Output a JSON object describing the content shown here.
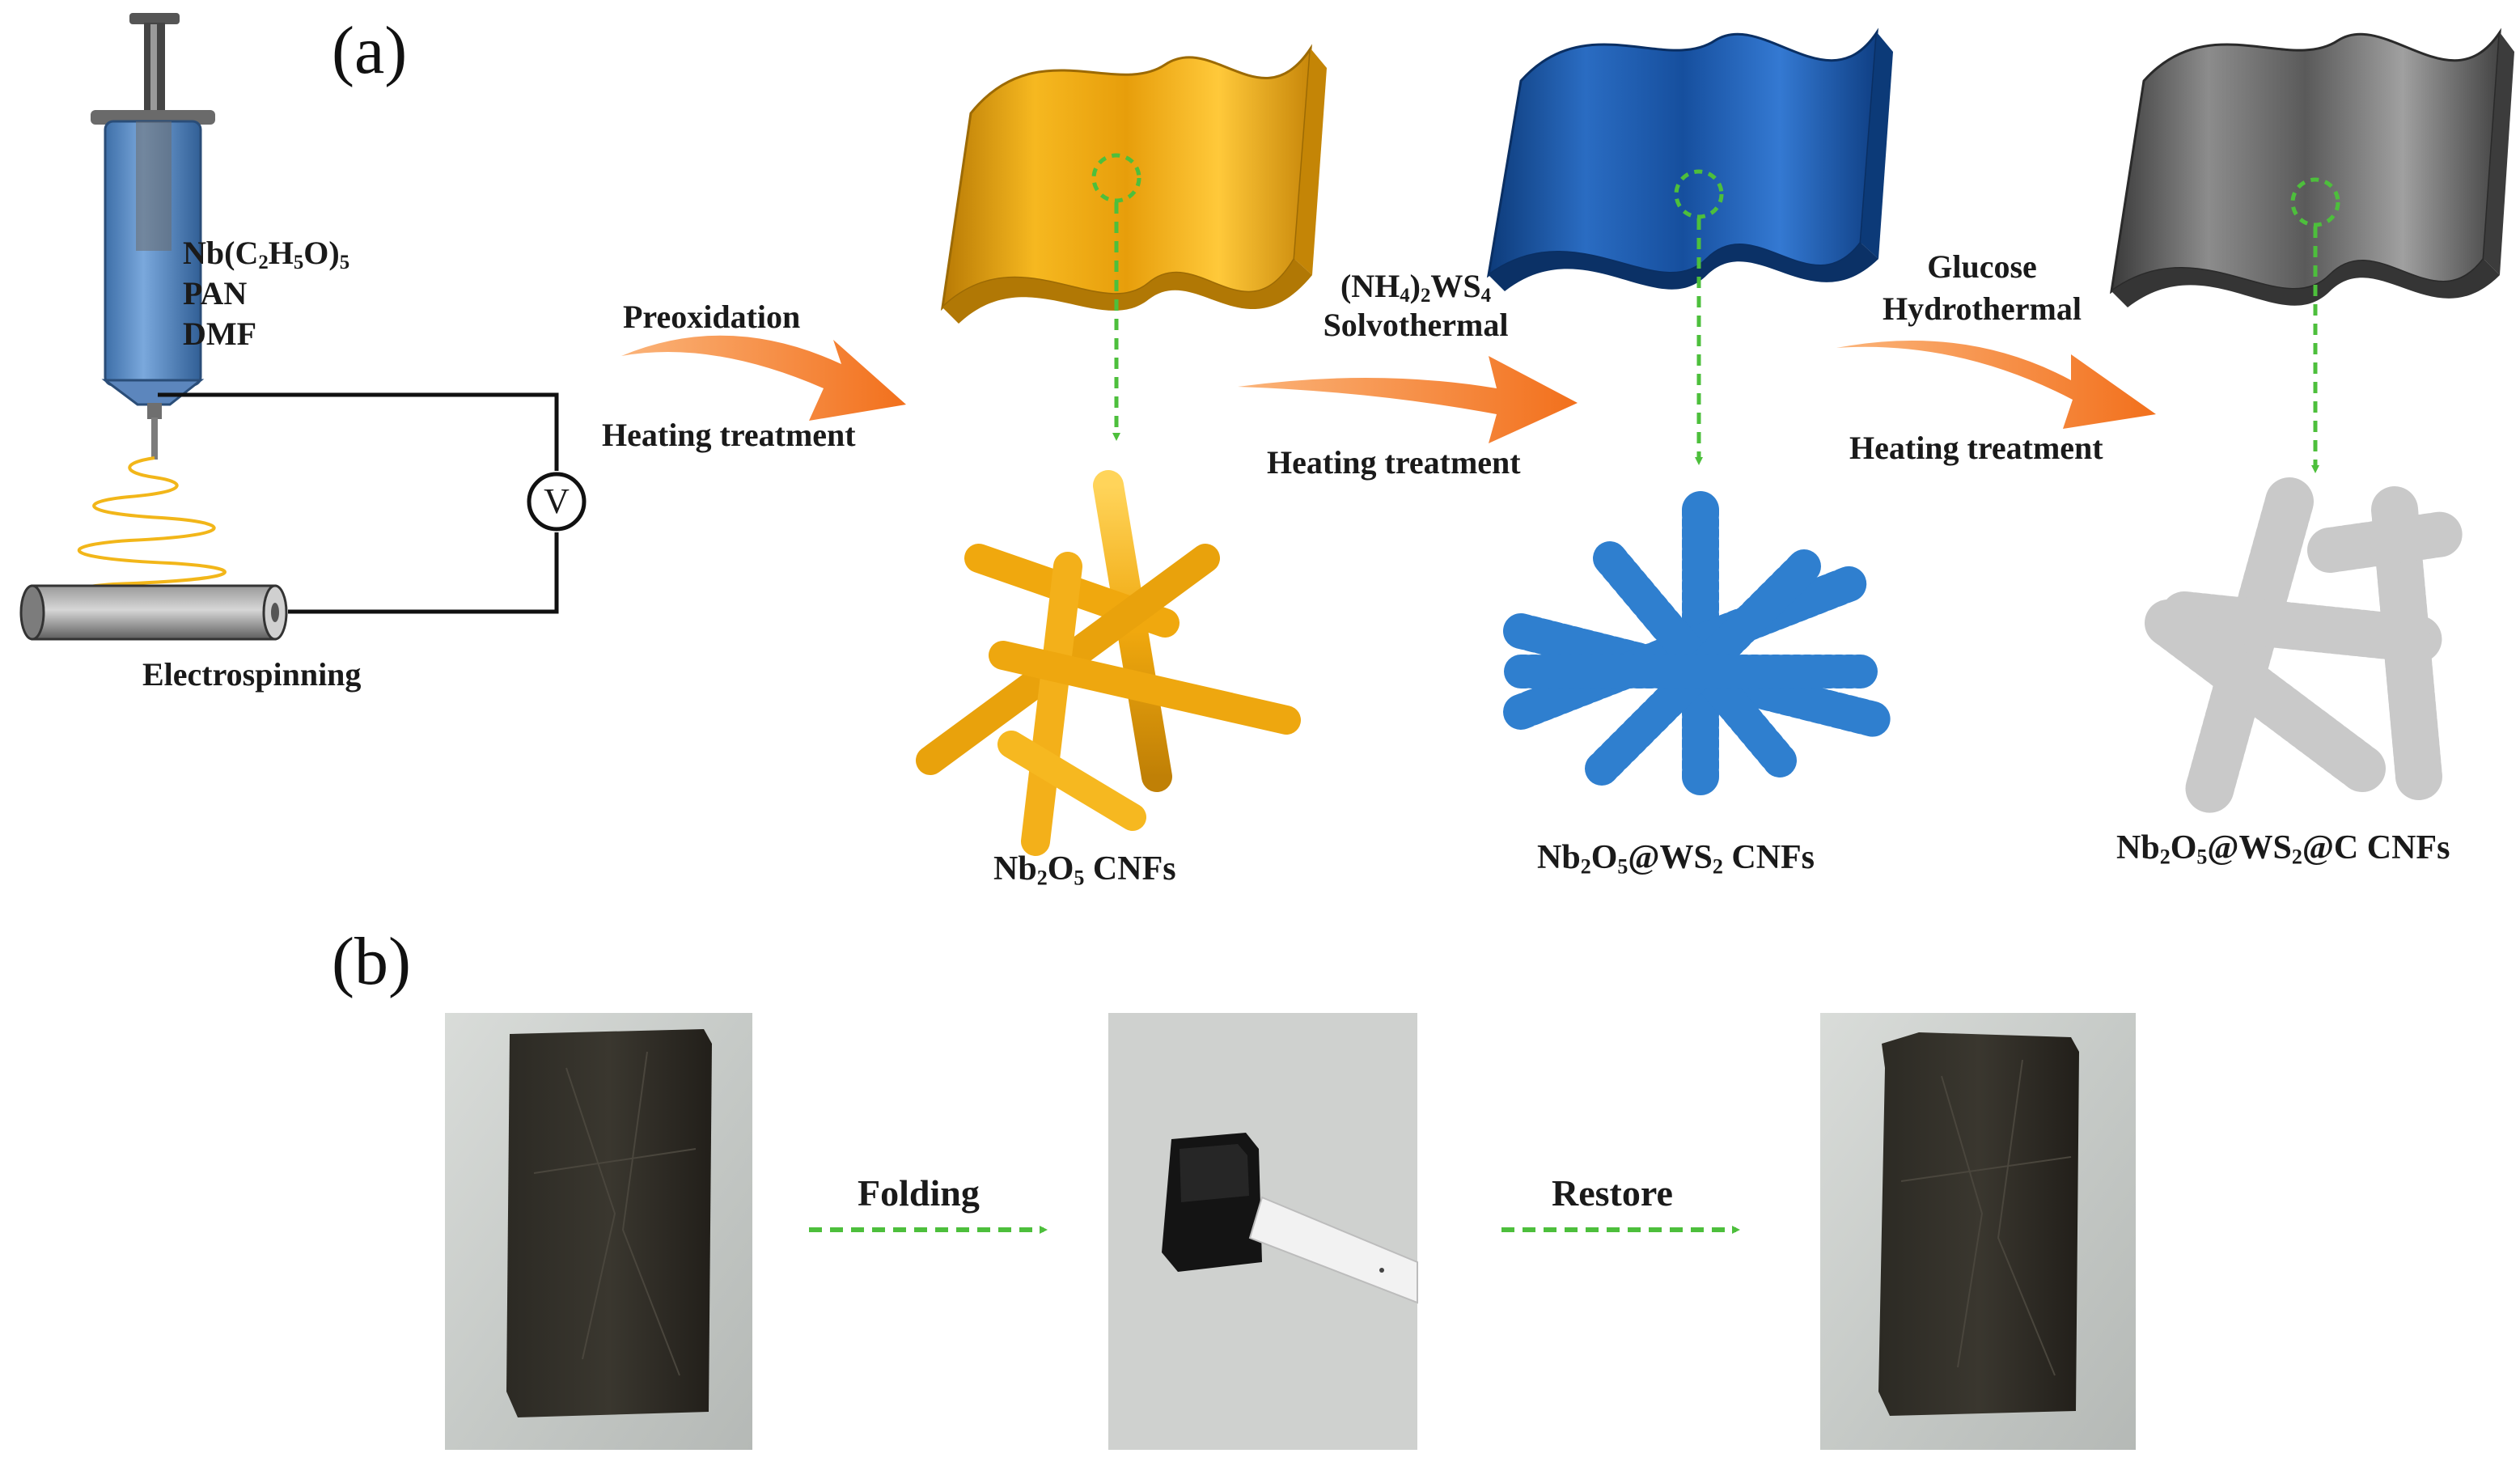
{
  "panels": {
    "a": "(a)",
    "b": "(b)"
  },
  "syringe": {
    "solution": {
      "nb": "Nb(C",
      "h": "H",
      "o": "O)",
      "n1": "2",
      "n2": "5",
      "n3": "5",
      "pan": "PAN",
      "dmf": "DMF"
    },
    "voltmeter": "V",
    "caption": "Electrospinning"
  },
  "steps": {
    "s1": {
      "top": "Preoxidation",
      "bottom": "Heating treatment"
    },
    "s2": {
      "top_a": "(NH",
      "top_b": ")",
      "top_c": "WS",
      "n1": "4",
      "n2": "2",
      "n3": "4",
      "mid": "Solvothermal",
      "bottom": "Heating treatment"
    },
    "s3": {
      "top1": "Glucose",
      "top2": "Hydrothermal",
      "bottom": "Heating treatment"
    }
  },
  "products": {
    "p1": {
      "a": "Nb",
      "b": "O",
      "c": " CNFs",
      "n1": "2",
      "n2": "5"
    },
    "p2": {
      "a": "Nb",
      "b": "O",
      "c": "@WS",
      "d": " CNFs",
      "n1": "2",
      "n2": "5",
      "n3": "2"
    },
    "p3": {
      "a": "Nb",
      "b": "O",
      "c": "@WS",
      "d": "@C CNFs",
      "n1": "2",
      "n2": "5",
      "n3": "2"
    }
  },
  "photos": {
    "fold": "Folding",
    "restore": "Restore"
  },
  "colors": {
    "gold": "#f2ad12",
    "blue": "#1f5fb0",
    "gray": "#7a7a7a",
    "arrow": "#f47f26",
    "dashed": "#4dbf3c"
  }
}
